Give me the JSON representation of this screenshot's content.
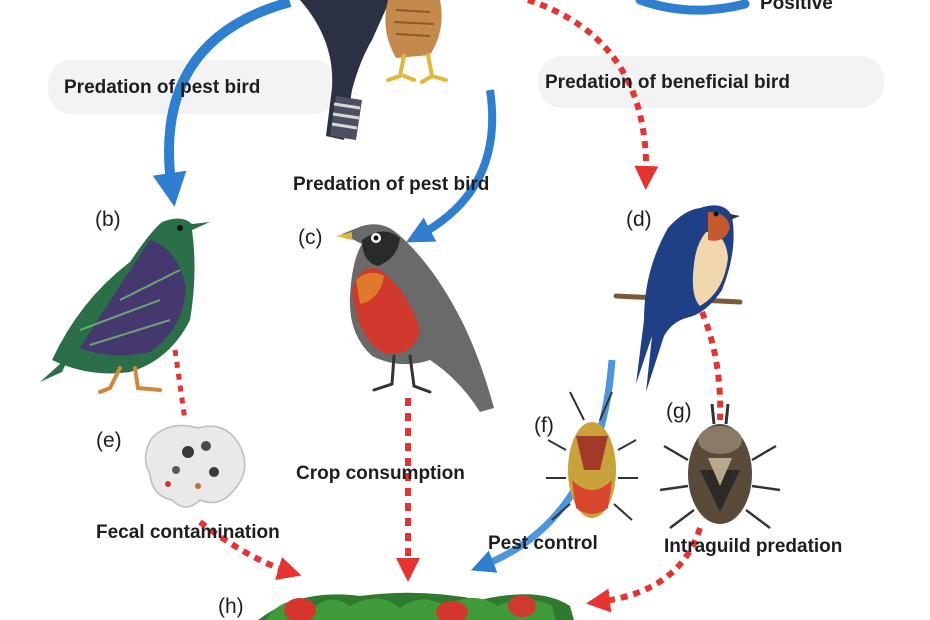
{
  "legend": {
    "positive": "Positive"
  },
  "labels": {
    "predation_pest_left": "Predation of pest bird",
    "predation_pest_center": "Predation of pest bird",
    "predation_beneficial": "Predation of beneficial bird",
    "crop_consumption": "Crop consumption",
    "fecal_contamination": "Fecal contamination",
    "pest_control": "Pest control",
    "intraguild_predation": "Intraguild predation"
  },
  "tags": {
    "b": "(b)",
    "c": "(c)",
    "d": "(d)",
    "e": "(e)",
    "f": "(f)",
    "g": "(g)",
    "h": "(h)"
  },
  "colors": {
    "positive_arrow": "#2f7fd0",
    "negative_arrow": "#e8322f",
    "label_bubble": "#f3f3f3"
  },
  "icons": {
    "a": "hawk-icon",
    "b": "starling-icon",
    "c": "robin-icon",
    "d": "swallow-icon",
    "e": "bird-feces-icon",
    "f": "pest-bug-icon",
    "g": "predatory-bug-icon",
    "h": "strawberry-crop-icon"
  }
}
